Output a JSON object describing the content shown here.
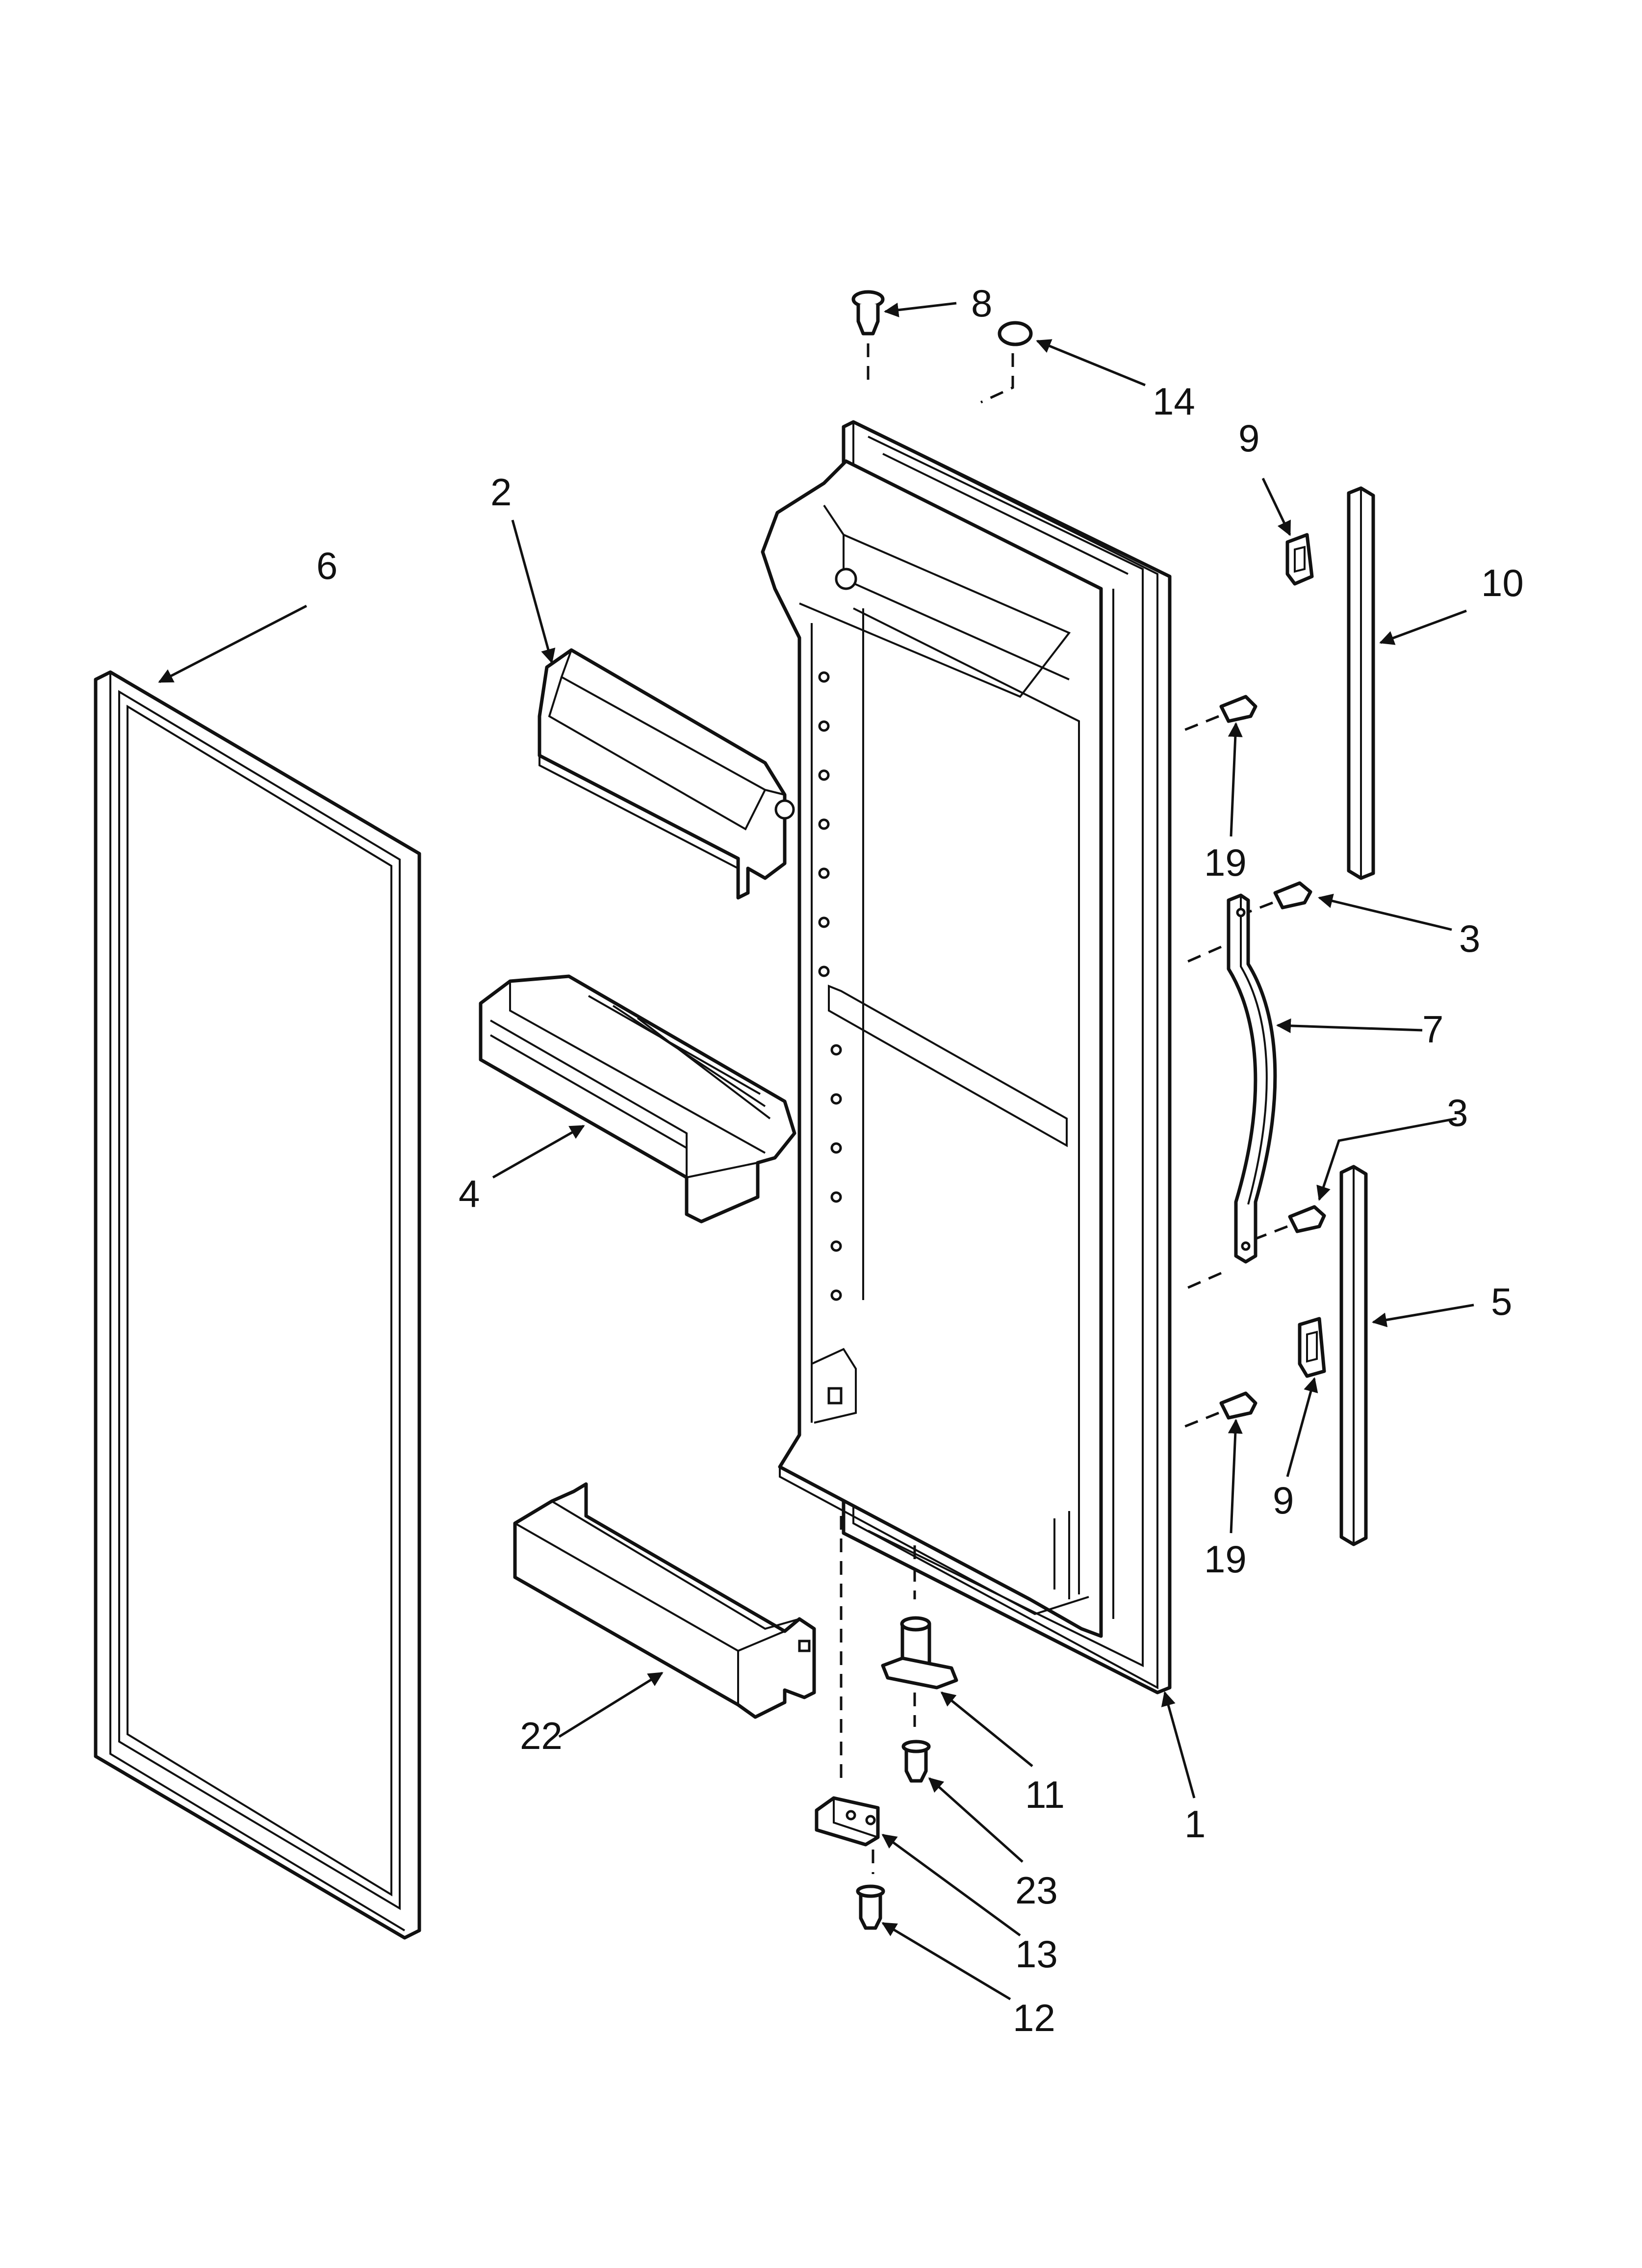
{
  "callouts": {
    "c8": "8",
    "c14": "14",
    "c9a": "9",
    "c2": "2",
    "c6": "6",
    "c10": "10",
    "c19a": "19",
    "c3a": "3",
    "c7": "7",
    "c3b": "3",
    "c4": "4",
    "c5": "5",
    "c9b": "9",
    "c19b": "19",
    "c22": "22",
    "c11": "11",
    "c1": "1",
    "c23": "23",
    "c13": "13",
    "c12": "12"
  },
  "colors": {
    "line": "#111111",
    "background": "#ffffff"
  }
}
